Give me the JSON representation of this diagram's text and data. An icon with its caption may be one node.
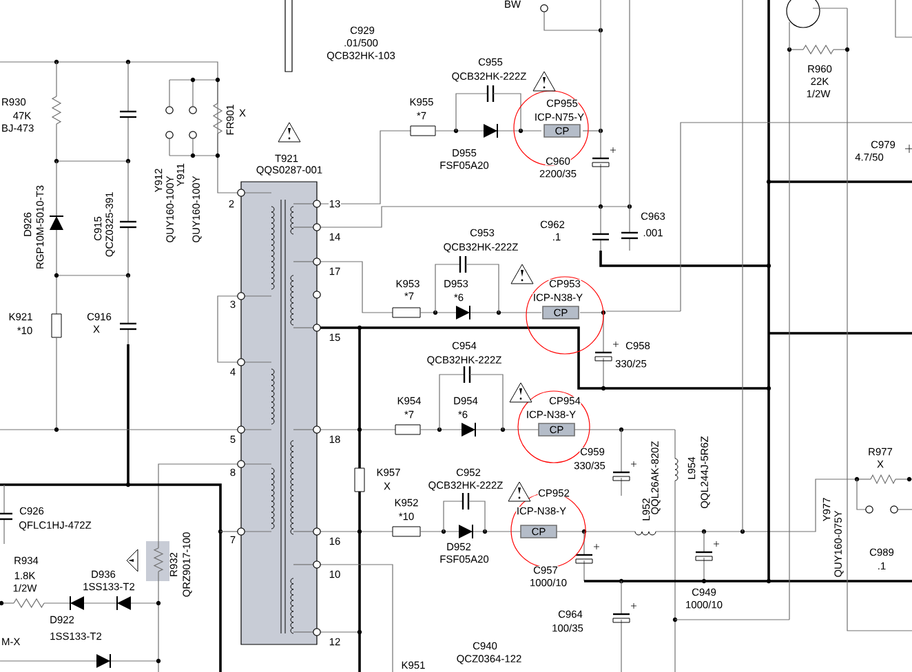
{
  "diagram": {
    "nodes": [
      {
        "text": [
          "CP"
        ],
        "beside": [
          "CP955",
          "ICP-N75-Y"
        ]
      },
      {
        "text": [
          "CP"
        ],
        "beside": [
          "CP953",
          "ICP-N38-Y"
        ]
      },
      {
        "text": [
          "CP"
        ],
        "beside": [
          "CP954",
          "ICP-N38-Y"
        ]
      },
      {
        "text": [
          "CP"
        ],
        "beside": [
          "CP952",
          "ICP-N38-Y"
        ]
      }
    ],
    "labels": [
      "BW",
      "C929",
      ".01/500",
      "QCB32HK-103",
      "R930",
      "47K",
      "BJ-473",
      "FR901",
      "X",
      "Y912",
      "QUY160-100Y",
      "Y911",
      "QUY160-100Y",
      "T921",
      "QQS0287-001",
      "D926",
      "RGP10M-5010-T3",
      "C915",
      "QCZ0325-391",
      "K921",
      "*10",
      "C916",
      "X",
      "2",
      "3",
      "4",
      "5",
      "8",
      "7",
      "13",
      "14",
      "17",
      "15",
      "18",
      "16",
      "10",
      "12",
      "C926",
      "QFLC1HJ-472Z",
      "R934",
      "1.8K",
      "1/2W",
      "D936",
      "1SS133-T2",
      "D922",
      "1SS133-T2",
      "M-X",
      "R932",
      "QRZ9017-100",
      "C955",
      "QCB32HK-222Z",
      "K955",
      "*7",
      "D955",
      "FSF05A20",
      "C960",
      "2200/35",
      "C962",
      ".1",
      "C963",
      ".001",
      "C953",
      "QCB32HK-222Z",
      "K953",
      "*7",
      "D953",
      "*6",
      "C958",
      "330/25",
      "C954",
      "QCB32HK-222Z",
      "K954",
      "*7",
      "D954",
      "*6",
      "C959",
      "330/35",
      "K957",
      "X",
      "K952",
      "*10",
      "C952",
      "QCB32HK-222Z",
      "D952",
      "FSF05A20",
      "C957",
      "1000/10",
      "C964",
      "100/35",
      "C940",
      "QCZ0364-122",
      "K951",
      "L952",
      "QQL26AK-820Z",
      "L954",
      "QQL244J-5R6Z",
      "C949",
      "1000/10",
      "Y977",
      "QUY160-075Y",
      "R977",
      "X",
      "C989",
      ".1",
      "R960",
      "22K",
      "1/2W",
      "C979",
      "4.7/50"
    ]
  }
}
